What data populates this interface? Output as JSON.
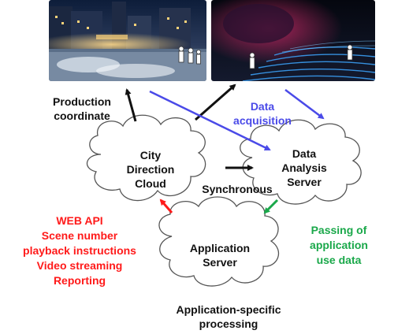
{
  "labels": {
    "production_coordinate": [
      "Production",
      "coordinate"
    ],
    "data_acquisition": [
      "Data",
      "acquisition"
    ],
    "city_direction_cloud": [
      "City",
      "Direction",
      "Cloud"
    ],
    "data_analysis_server": [
      "Data",
      "Analysis",
      "Server"
    ],
    "synchronous": "Synchronous",
    "application_server": [
      "Application",
      "Server"
    ],
    "web_api": [
      "WEB API",
      "Scene number",
      "playback instructions",
      "Video streaming",
      "Reporting"
    ],
    "passing_of_data": [
      "Passing of",
      "application",
      "use data"
    ],
    "application_specific": [
      "Application-specific",
      "processing"
    ]
  },
  "colors": {
    "black_arrow": "#111111",
    "blue_arrow": "#4a4ae8",
    "red_arrow": "#ff1a1a",
    "green_arrow": "#1aa84a"
  },
  "images": {
    "left": "night-cityscape-photo",
    "right": "night-light-installation-photo"
  }
}
